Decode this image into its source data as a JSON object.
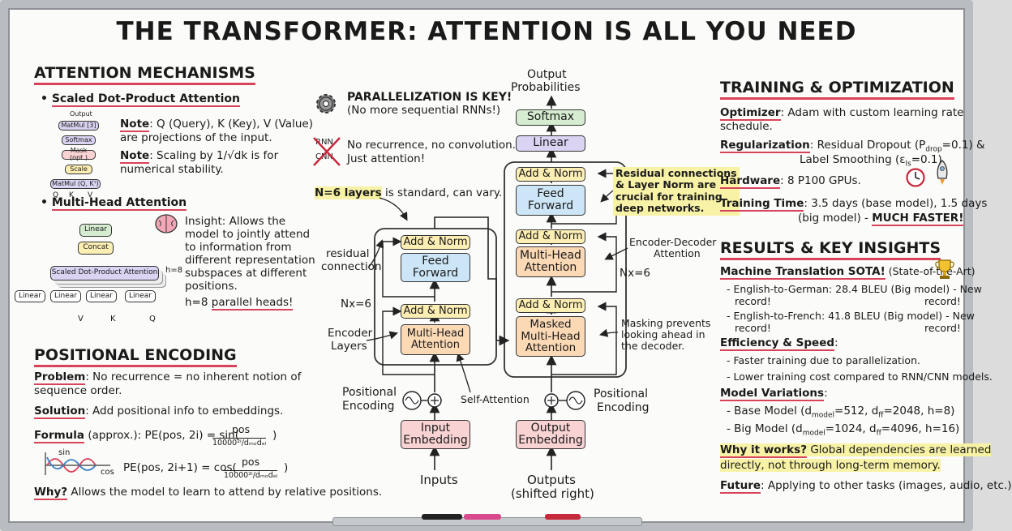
{
  "title": "THE TRANSFORMER: ATTENTION IS ALL YOU NEED",
  "attention": {
    "heading": "ATTENTION MECHANISMS",
    "sdpa_title": "Scaled Dot-Product Attention",
    "sdpa_diagram": {
      "output": "Output",
      "matmul_top": "MatMul [3]",
      "softmax": "Softmax",
      "mask": "Mask (opt.)",
      "scale": "Scale",
      "matmul_bottom": "MatMul (Q, Kᵀ)",
      "q": "Q",
      "k": "K",
      "v": "V"
    },
    "note1_label": "Note",
    "note1_text": ": Q (Query), K (Key), V (Value)",
    "note1_text2": "are projections of the input.",
    "note2_label": "Note",
    "note2_text": ": Scaling by 1/√dk is for",
    "note2_text2": "numerical stability.",
    "mha_title": "Multi-Head Attention",
    "mha_diagram": {
      "linear_top": "Linear",
      "concat": "Concat",
      "scaled": "Scaled Dot-Product Attention",
      "h": "h=8",
      "lin1": "Linear",
      "lin2": "Linear",
      "lin3": "Linear",
      "lin4": "Linear",
      "v": "V",
      "k": "K",
      "q": "Q"
    },
    "insight_lines": [
      "Insight: Allows the",
      "model to jointly attend",
      "to information from",
      "different representation",
      "subspaces at different",
      "positions."
    ],
    "heads_prefix": "h=8 ",
    "heads_highlight": "parallel heads!"
  },
  "positional": {
    "heading": "POSITIONAL ENCODING",
    "problem_label": "Problem",
    "problem_text": ": No recurrence = no inherent notion of",
    "problem_text2": "sequence order.",
    "solution_label": "Solution",
    "solution_text": ": Add positional info to embeddings.",
    "formula_label": "Formula",
    "formula_text": " (approx.): PE(pos, 2i) = sin(",
    "formula_num": "pos",
    "formula_den": "10000²ⁱ/dₘₒdₑₗ",
    "formula2_text": "PE(pos, 2i+1) = cos(",
    "wave_sin": "sin",
    "wave_cos": "cos",
    "why_label": "Why?",
    "why_text": " Allows the model to learn to attend by relative positions."
  },
  "center": {
    "parallel_title": "PARALLELIZATION IS KEY!",
    "parallel_sub": "(No more sequential RNNs!)",
    "rnn_label": "RNN",
    "cnn_label": "CNN",
    "norec1": "No recurrence, no convolution.",
    "norec2": "Just attention!",
    "layers_hl": "N=6 layers",
    "layers_rest": " is standard, can vary.",
    "residual1": "residual",
    "residual2": "connection",
    "nx_enc": "Nx=6",
    "enc_layers1": "Encoder",
    "enc_layers2": "Layers",
    "pos_enc_left1": "Positional",
    "pos_enc_left2": "Encoding",
    "self_att": "Self-Attention",
    "enc_addnorm_top": "Add & Norm",
    "enc_ff": "Feed Forward",
    "enc_addnorm_bot": "Add & Norm",
    "enc_mha": "Multi-Head Attention",
    "input_emb": "Input Embedding",
    "inputs": "Inputs",
    "output_prob1": "Output",
    "output_prob2": "Probabilities",
    "softmax": "Softmax",
    "linear": "Linear",
    "dec_addnorm_top": "Add & Norm",
    "dec_ff": "Feed Forward",
    "dec_addnorm_mid": "Add & Norm",
    "dec_mha": "Multi-Head Attention",
    "dec_addnorm_bot": "Add & Norm",
    "dec_masked": "Masked Multi-Head Attention",
    "output_emb": "Output Embedding",
    "outputs1": "Outputs",
    "outputs2": "(shifted right)",
    "pos_enc_right1": "Positional",
    "pos_enc_right2": "Encoding",
    "residual_note": [
      "Residual connections",
      "& Layer Norm are",
      "crucial for training",
      "deep networks."
    ],
    "encdec1": "Encoder-Decoder",
    "encdec2": "Attention",
    "nx_dec": "Nx=6",
    "mask_note": [
      "Masking prevents",
      "looking ahead in",
      "the decoder."
    ]
  },
  "training": {
    "heading": "TRAINING & OPTIMIZATION",
    "optimizer_label": "Optimizer",
    "optimizer_text": ": Adam with custom learning rate",
    "optimizer_text2": "schedule.",
    "reg_label": "Regularization",
    "reg_text": ": Residual Dropout (P",
    "reg_sub": "drop",
    "reg_text_b": "=0.1) &",
    "reg_text2": "Label Smoothing (ε",
    "reg_sub2": "ls",
    "reg_text2_b": "=0.1).",
    "hw_label": "Hardware",
    "hw_text": ": 8 P100 GPUs.",
    "time_label": "Training Time",
    "time_text": ": 3.5 days (base model), 1.5 days",
    "time_text2": "(big model) - ",
    "time_fast": "MUCH FASTER!"
  },
  "results": {
    "heading": "RESULTS & KEY INSIGHTS",
    "mt_label": "Machine Translation SOTA!",
    "mt_sub": " (State-of-the-Art)",
    "en_de": "- English-to-German: 28.4 BLEU (Big model) - New",
    "en_de2": "record!",
    "en_de3": "record!",
    "en_fr": "- English-to-French: 41.8 BLEU (Big model) - New",
    "en_fr2": "record!",
    "en_fr3": "record!",
    "eff_label": "Efficiency & Speed",
    "eff1": "- Faster training due to parallelization.",
    "eff2": "- Lower training cost compared to RNN/CNN models.",
    "var_label": "Model Variations",
    "base": "- Base Model (d",
    "base_sub": "model",
    "base_b": "=512, d",
    "base_sub2": "ff",
    "base_c": "=2048, h=8)",
    "big": "- Big Model (d",
    "big_sub": "model",
    "big_b": "=1024, d",
    "big_sub2": "ff",
    "big_c": "=4096, h=16)",
    "why_label": "Why it works?",
    "why_text": " Global dependencies are learned",
    "why_text2": "directly, not through long-term memory.",
    "future_label": "Future",
    "future_text": ": Applying to other tasks (images, audio, etc.)"
  }
}
